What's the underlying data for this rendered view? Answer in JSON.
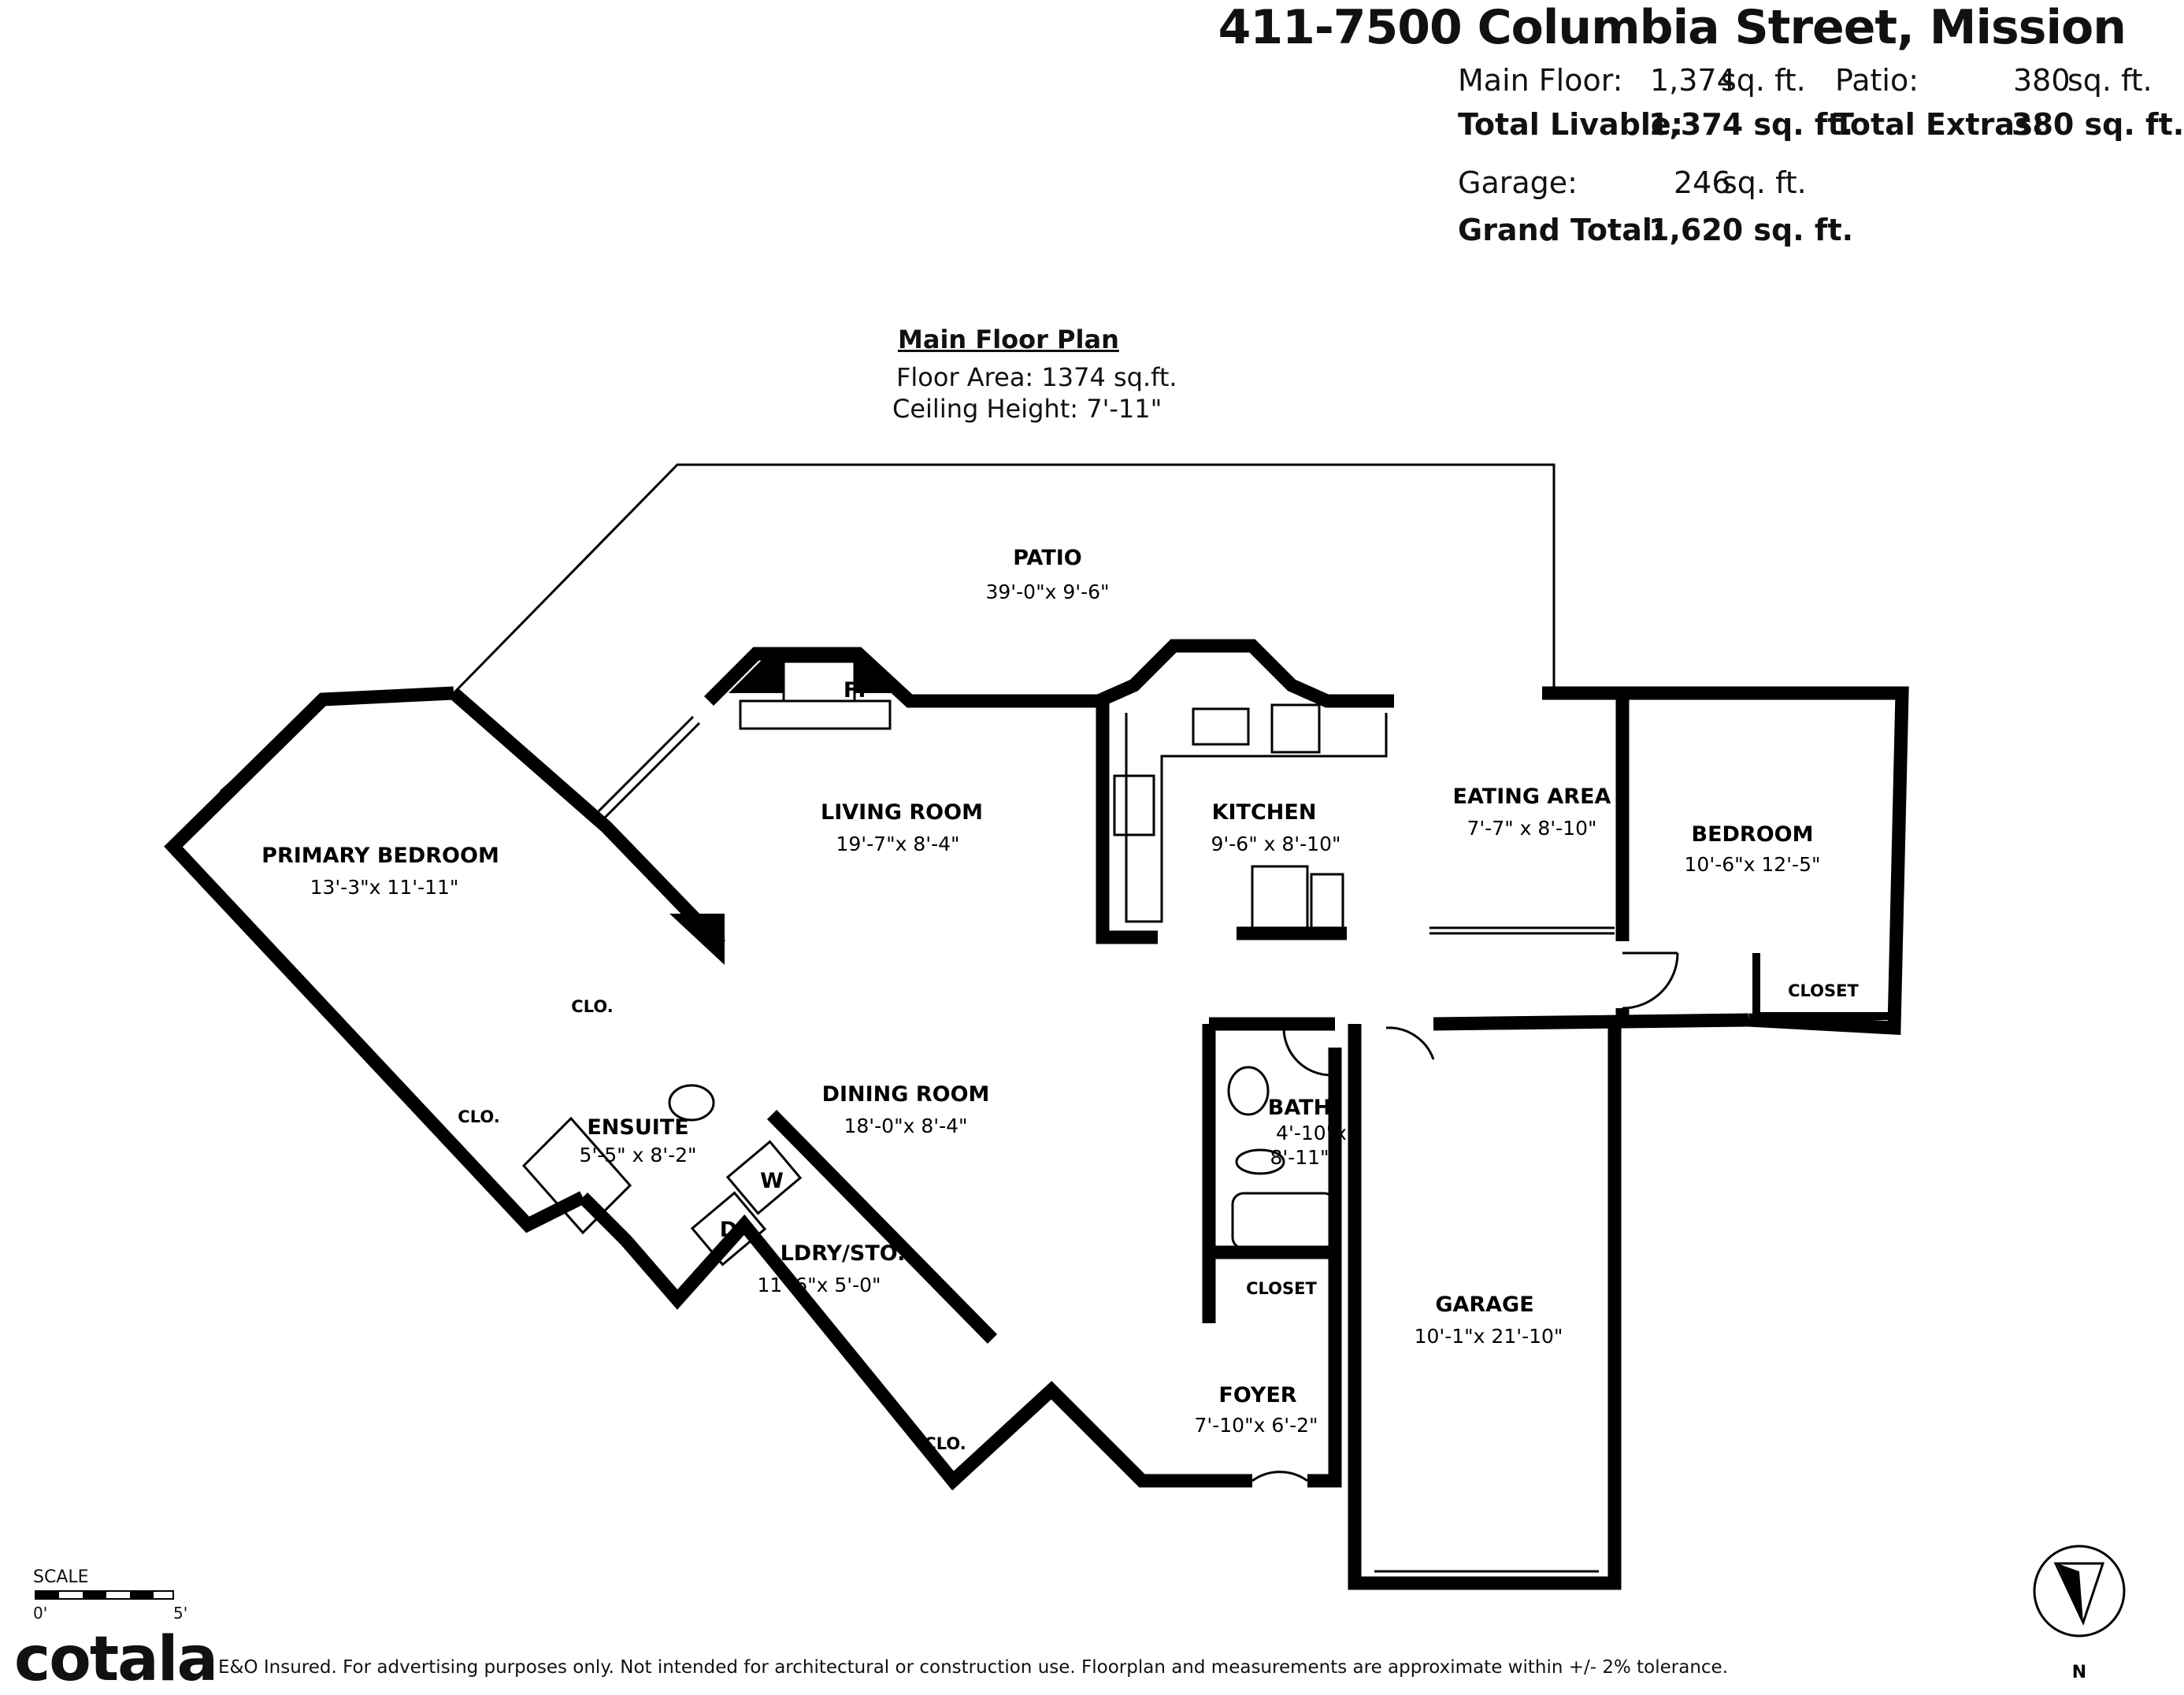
{
  "address": "411-7500 Columbia Street, Mission",
  "summary": {
    "main_floor": {
      "label": "Main Floor:",
      "value": "1,374",
      "unit": "sq. ft."
    },
    "patio": {
      "label": "Patio:",
      "value": "380",
      "unit": "sq. ft."
    },
    "total_livable": {
      "label": "Total Livable:",
      "value": "1,374 sq. ft."
    },
    "total_extras": {
      "label": "Total Extras:",
      "value": "380 sq. ft."
    },
    "garage": {
      "label": "Garage:",
      "value": "246",
      "unit": "sq. ft."
    },
    "grand_total": {
      "label": "Grand Total:",
      "value": "1,620 sq. ft."
    }
  },
  "plan": {
    "title": "Main Floor Plan",
    "floor_area": "Floor Area: 1374 sq.ft.",
    "ceiling_height": "Ceiling Height: 7'-11\""
  },
  "rooms": {
    "patio": {
      "name": "PATIO",
      "dim": "39'-0\"x 9'-6\""
    },
    "living": {
      "name": "LIVING ROOM",
      "dim": "19'-7\"x 8'-4\""
    },
    "kitchen": {
      "name": "KITCHEN",
      "dim": "9'-6\" x 8'-10\""
    },
    "eating": {
      "name": "EATING AREA",
      "dim": "7'-7\" x 8'-10\""
    },
    "bedroom": {
      "name": "BEDROOM",
      "dim": "10'-6\"x 12'-5\""
    },
    "primary": {
      "name": "PRIMARY BEDROOM",
      "dim": "13'-3\"x 11'-11\""
    },
    "dining": {
      "name": "DINING ROOM",
      "dim": "18'-0\"x 8'-4\""
    },
    "ensuite": {
      "name": "ENSUITE",
      "dim": "5'-5\" x 8'-2\""
    },
    "bath": {
      "name": "BATH",
      "dim1": "4'-10\"x",
      "dim2": "8'-11\""
    },
    "laundry": {
      "name": "LDRY/STO.",
      "dim": "11'-6\"x 5'-0\""
    },
    "garage": {
      "name": "GARAGE",
      "dim": "10'-1\"x 21'-10\""
    },
    "foyer": {
      "name": "FOYER",
      "dim": "7'-10\"x 6'-2\""
    }
  },
  "labels": {
    "fireplace": "FP",
    "closet_upper": "CLOSET",
    "closet_foyer": "CLOSET",
    "clo_ensuite_top": "CLO.",
    "clo_primary": "CLO.",
    "clo_laundry": "CLO.",
    "washer": "W",
    "dryer": "D",
    "north": "N"
  },
  "scale": {
    "label": "SCALE",
    "start": "0'",
    "end": "5'"
  },
  "footer": {
    "logo": "cotala",
    "disclaimer": "E&O Insured. For advertising purposes only. Not intended for architectural or construction use. Floorplan and measurements are approximate within +/- 2% tolerance."
  }
}
